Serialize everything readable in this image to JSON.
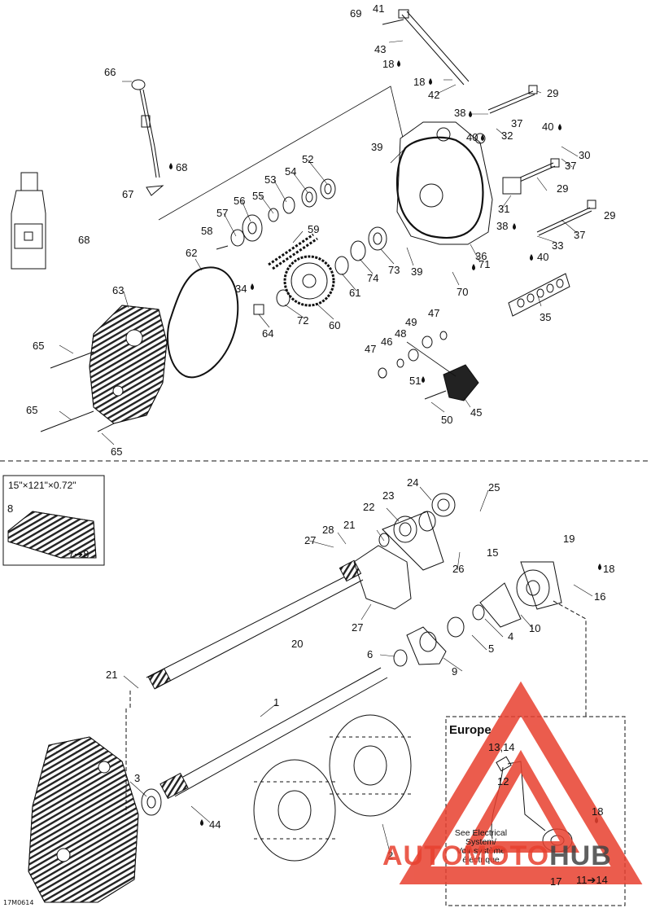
{
  "reference": "17M0614",
  "labels": {
    "l1": "1",
    "l2": "2",
    "l3": "3",
    "l4": "4",
    "l5": "5",
    "l6": "6",
    "l7to8": "7➔8",
    "l8": "8",
    "l9": "9",
    "l10": "10",
    "l11to14": "11➔14",
    "l12": "12",
    "l13_14": "13,14",
    "l15": "15",
    "l16": "16",
    "l17": "17",
    "l18a": "18",
    "l18b": "18",
    "l18c": "18",
    "l18d": "18",
    "l19": "19",
    "l20": "20",
    "l21a": "21",
    "l21b": "21",
    "l22": "22",
    "l23": "23",
    "l24": "24",
    "l25": "25",
    "l26": "26",
    "l27a": "27",
    "l27b": "27",
    "l28": "28",
    "l29a": "29",
    "l29b": "29",
    "l29c": "29",
    "l30": "30",
    "l31": "31",
    "l32": "32",
    "l33": "33",
    "l34": "34",
    "l35": "35",
    "l36": "36",
    "l37a": "37",
    "l37b": "37",
    "l37c": "37",
    "l38a": "38",
    "l38b": "38",
    "l39a": "39",
    "l39b": "39",
    "l40a": "40",
    "l40b": "40",
    "l40c": "40",
    "l41": "41",
    "l42": "42",
    "l43": "43",
    "l44": "44",
    "l45": "45",
    "l46": "46",
    "l47a": "47",
    "l47b": "47",
    "l48": "48",
    "l49": "49",
    "l50": "50",
    "l51": "51",
    "l52": "52",
    "l53": "53",
    "l54": "54",
    "l55": "55",
    "l56": "56",
    "l57": "57",
    "l58": "58",
    "l59": "59",
    "l60": "60",
    "l61": "61",
    "l62": "62",
    "l63": "63",
    "l64": "64",
    "l65a": "65",
    "l65b": "65",
    "l65c": "65",
    "l66": "66",
    "l67": "67",
    "l68a": "68",
    "l68b": "68",
    "l69": "69",
    "l70": "70",
    "l71": "71",
    "l72": "72",
    "l73": "73",
    "l74": "74"
  },
  "inset": {
    "title": "15\"×121\"×0.72\""
  },
  "europe": {
    "title": "Europe",
    "note_lines": [
      "See Electrical",
      "System/",
      "Voir système",
      "électrique"
    ]
  },
  "watermark": {
    "brand_left": "AUTO",
    "brand_mid": "MOTO",
    "brand_right": "HUB",
    "color": "#e8402f",
    "color_right": "#444444"
  },
  "icons": {
    "oil_drop": "oil-drop-icon"
  }
}
